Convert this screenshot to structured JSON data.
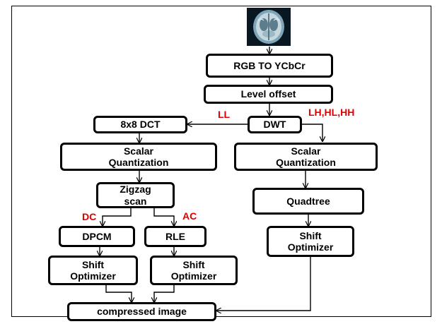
{
  "nodes": {
    "rgb": "RGB TO YCbCr",
    "level": "Level offset",
    "dwt": "DWT",
    "dct": "8x8 DCT",
    "sq_left": [
      "Scalar",
      "Quantization"
    ],
    "sq_right": [
      "Scalar",
      "Quantization"
    ],
    "zigzag": [
      "Zigzag",
      "scan"
    ],
    "quadtree": "Quadtree",
    "dpcm": "DPCM",
    "rle": "RLE",
    "shift_left": [
      "Shift",
      "Optimizer"
    ],
    "shift_mid": [
      "Shift",
      "Optimizer"
    ],
    "shift_right": [
      "Shift",
      "Optimizer"
    ],
    "output": "compressed image"
  },
  "labels": {
    "ll": "LL",
    "lh_hl_hh": "LH,HL,HH",
    "dc": "DC",
    "ac": "AC"
  },
  "colors": {
    "label": "#e00000",
    "border": "#000000"
  },
  "image": {
    "icon": "brain-mri-scan-icon"
  }
}
